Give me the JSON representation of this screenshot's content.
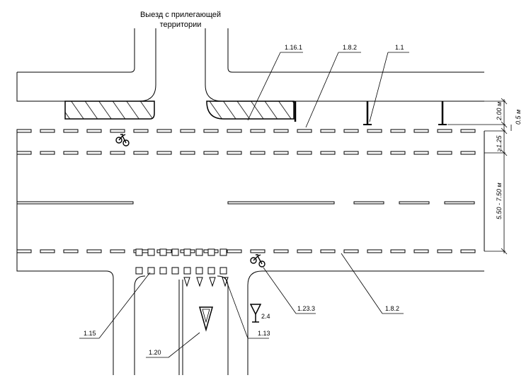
{
  "header": {
    "line1": "Выезд с прилегающей",
    "line2": "территории"
  },
  "callouts": {
    "c1_16_1": "1.16.1",
    "c1_8_2_top": "1.8.2",
    "c1_1": "1.1",
    "c1_15": "1.15",
    "c1_20": "1.20",
    "c1_13": "1.13",
    "c1_23_3": "1.23.3",
    "c1_8_2_bottom": "1.8.2",
    "c2_4": "2.4"
  },
  "dimensions": {
    "d_2_00": "2.00 м",
    "d_0_5": "0.5 м",
    "d_1_25": "≥1.25",
    "d_lane": "5.50 - 7.50 м"
  },
  "colors": {
    "line": "#000000",
    "background": "#ffffff"
  },
  "icons": {
    "bicycle": "bicycle-icon",
    "yield": "yield-triangle-icon",
    "sign": "sign-post-icon"
  }
}
